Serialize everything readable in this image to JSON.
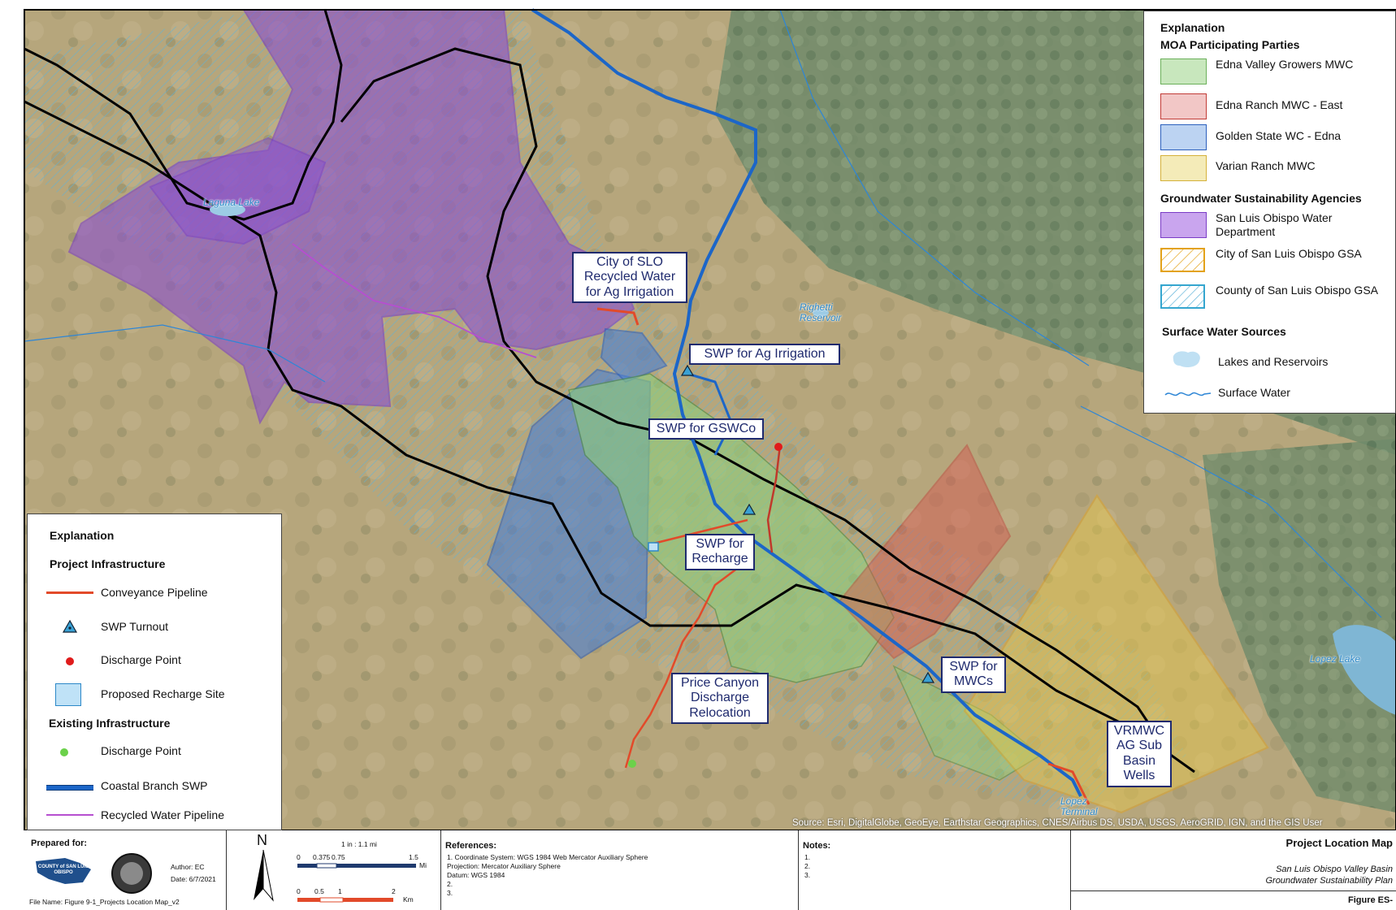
{
  "callouts": {
    "slo_recycled": "City of SLO Recycled Water for Ag Irrigation",
    "swp_ag": "SWP for Ag Irrigation",
    "swp_gswco": "SWP for GSWCo",
    "swp_recharge": "SWP for Recharge",
    "price_canyon": "Price Canyon Discharge Relocation",
    "swp_mwcs": "SWP for MWCs",
    "vrmwc": "VRMWC AG Sub Basin Wells"
  },
  "map_labels": {
    "laguna": "Laguna Lake",
    "righetti": "Righetti Reservoir",
    "lopez_lake": "Lopez Lake",
    "lopez_terminal": "Lopez Terminal",
    "source": "Source: Esri, DigitalGlobe, GeoEye, Earthstar Geographics, CNES/Airbus DS, USDA, USGS, AeroGRID, IGN, and the GIS User"
  },
  "legend_right": {
    "title": "Explanation",
    "moa_heading": "MOA Participating Parties",
    "edna_valley": "Edna Valley Growers MWC",
    "edna_ranch": "Edna Ranch MWC - East",
    "golden_state": "Golden State WC - Edna",
    "varian": "Varian Ranch MWC",
    "gsa_heading": "Groundwater Sustainability Agencies",
    "slo_water": "San Luis Obispo Water Department",
    "city_gsa": "City of San Luis Obispo GSA",
    "county_gsa": "County of San Luis Obispo GSA",
    "sw_heading": "Surface Water Sources",
    "lakes": "Lakes and Reservoirs",
    "surface": "Surface Water"
  },
  "legend_left": {
    "title": "Explanation",
    "proj_heading": "Project Infrastructure",
    "conveyance": "Conveyance Pipeline",
    "turnout": "SWP Turnout",
    "discharge": "Discharge Point",
    "recharge": "Proposed Recharge Site",
    "exist_heading": "Existing Infrastructure",
    "ex_discharge": "Discharge Point",
    "coastal": "Coastal Branch SWP",
    "recycled": "Recycled Water Pipeline"
  },
  "footer": {
    "prepared_for": "Prepared for:",
    "county_logo": "COUNTY of SAN LUIS OBISPO",
    "author": "Author: EC",
    "date": "Date: 6/7/2021",
    "file_name": "File Name: Figure 9-1_Projects Location Map_v2",
    "north": "N",
    "scale_ratio": "1 in : 1.1 mi",
    "mi_ticks": [
      "0",
      "0.375",
      "0.75",
      "1.5"
    ],
    "mi_unit": "Mi",
    "km_ticks": [
      "0",
      "0.5",
      "1",
      "2"
    ],
    "km_unit": "Km",
    "references_title": "References:",
    "ref1": "1. Coordinate System: WGS 1984 Web Mercator Auxiliary Sphere",
    "ref1b": "Projection: Mercator Auxiliary Sphere",
    "ref1c": "Datum: WGS 1984",
    "ref2": "2.",
    "ref3": "3.",
    "notes_title": "Notes:",
    "note1": "1.",
    "note2": "2.",
    "note3": "3.",
    "map_title": "Project Location Map",
    "subtitle1": "San Luis Obispo Valley Basin",
    "subtitle2": "Groundwater Sustainability Plan",
    "figure": "Figure ES-"
  },
  "colors": {
    "edna_valley": "#8fce7c",
    "edna_ranch": "#d9534f",
    "golden_state": "#4a7fd4",
    "varian": "#e8c94a",
    "slo_water": "#8a4fd0",
    "city_gsa": "#e3a21a",
    "county_gsa": "#35a6cf",
    "coastal": "#1c66c8",
    "conveyance": "#e24a2a"
  }
}
